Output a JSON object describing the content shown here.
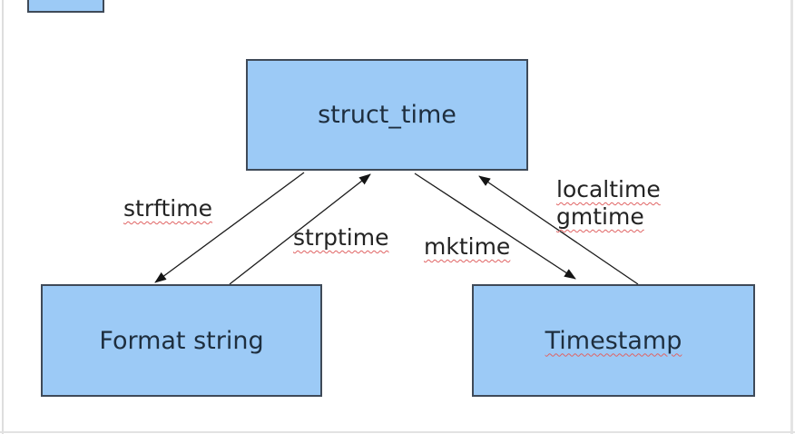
{
  "diagram": {
    "title_hint": "Python time conversion diagram",
    "nodes": [
      {
        "id": "struct-time",
        "label": "struct_time",
        "misspell_underline": false
      },
      {
        "id": "format-string",
        "label": "Format string",
        "misspell_underline": false
      },
      {
        "id": "timestamp",
        "label": "Timestamp",
        "misspell_underline": true
      }
    ],
    "edges": [
      {
        "label": "strftime",
        "from": "struct_time",
        "to": "Format string"
      },
      {
        "label": "strptime",
        "from": "Format string",
        "to": "struct_time"
      },
      {
        "label": "mktime",
        "from": "struct_time",
        "to": "Timestamp"
      },
      {
        "label_line1": "localtime",
        "label_line2": "gmtime",
        "from": "Timestamp",
        "to": "struct_time"
      }
    ],
    "colors": {
      "box_fill": "#9ccaf6",
      "box_border": "#3f4a58",
      "box_text": "#1e2e3e",
      "label_text": "#232323",
      "arrow": "#1a1a1a",
      "squiggle": "#e06363",
      "frame_border": "#dedede",
      "background": "#ffffff"
    }
  }
}
